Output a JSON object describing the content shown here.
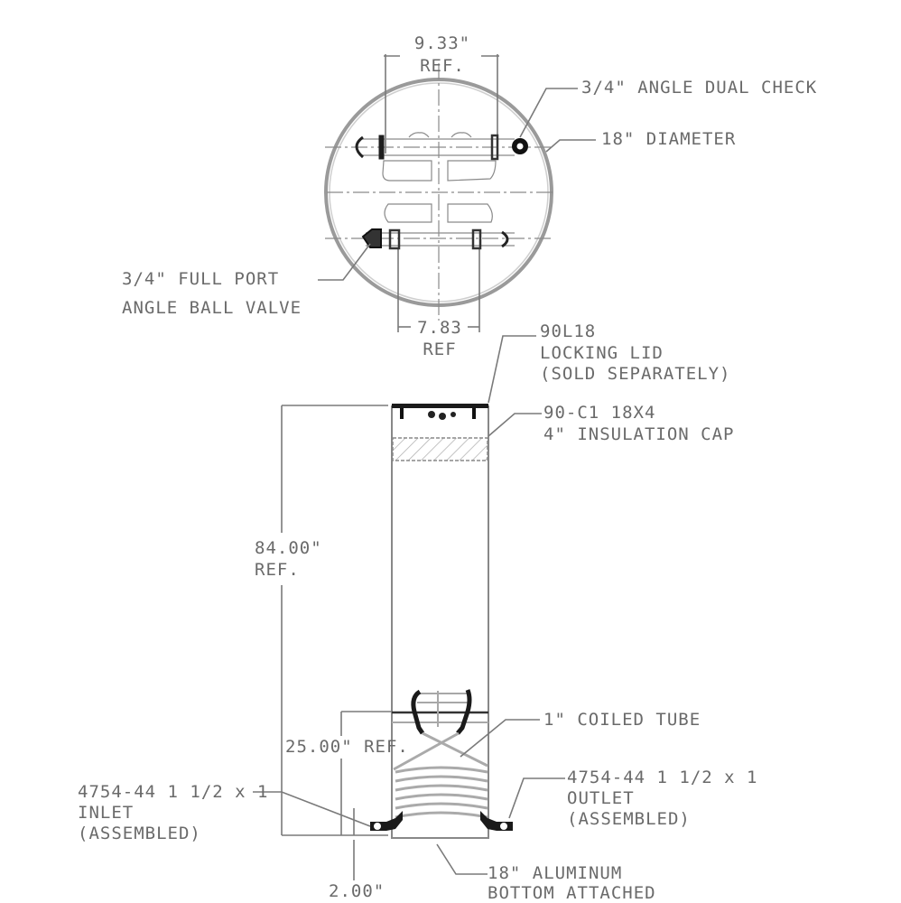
{
  "drawing": {
    "top_view": {
      "dim_top": {
        "value": "9.33\"",
        "ref": "REF."
      },
      "dim_bottom": {
        "value": "7.83",
        "ref": "REF"
      },
      "callouts": {
        "dual_check": "3/4\" ANGLE DUAL CHECK",
        "diameter": "18\" DIAMETER",
        "ball_valve_line1": "3/4\" FULL PORT",
        "ball_valve_line2": "ANGLE BALL VALVE"
      }
    },
    "side_view": {
      "dim_height": {
        "value": "84.00\"",
        "ref": "REF."
      },
      "dim_coil": "25.00\" REF.",
      "dim_bottom": "2.00\"",
      "callouts": {
        "lid_line1": "90L18",
        "lid_line2": "LOCKING LID",
        "lid_line3": "(SOLD SEPARATELY)",
        "cap_line1": "90-C1 18X4",
        "cap_line2": "4\" INSULATION CAP",
        "coil": "1\" COILED TUBE",
        "outlet_line1": "4754-44 1 1/2 x 1",
        "outlet_line2": "OUTLET",
        "outlet_line3": "(ASSEMBLED)",
        "inlet_line1": "4754-44 1 1/2 x 1",
        "inlet_line2": "INLET",
        "inlet_line3": "(ASSEMBLED)",
        "bottom_line1": "18\" ALUMINUM",
        "bottom_line2": "BOTTOM ATTACHED"
      }
    }
  }
}
